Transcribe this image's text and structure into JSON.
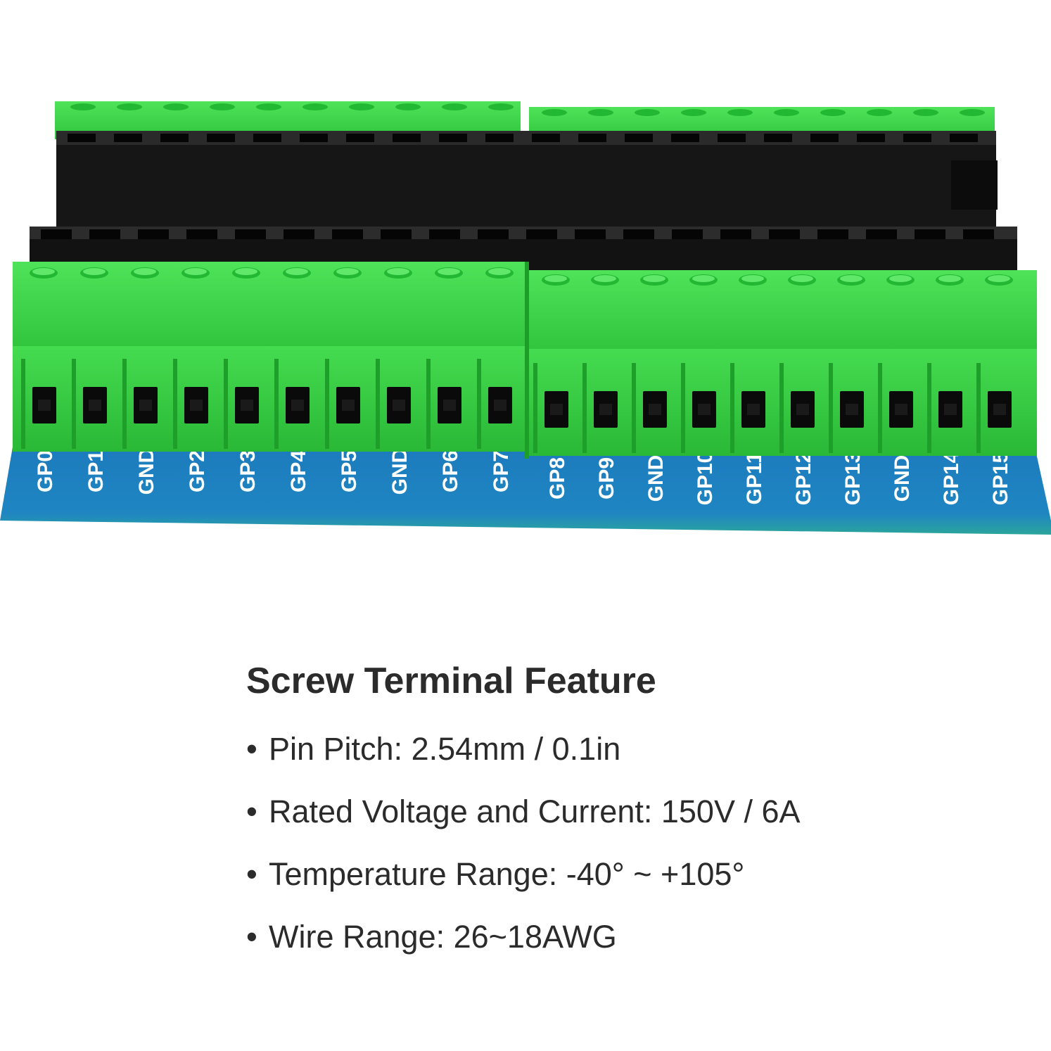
{
  "board": {
    "labels_left": [
      "GP0",
      "GP1",
      "GND",
      "GP2",
      "GP3",
      "GP4",
      "GP5",
      "GND",
      "GP6",
      "GP7"
    ],
    "labels_right": [
      "GP8",
      "GP9",
      "GND",
      "GP10",
      "GP11",
      "GP12",
      "GP13",
      "GND",
      "GP14",
      "GP15"
    ],
    "colors": {
      "terminal_green": "#3ddc4a",
      "terminal_dark": "#22b833",
      "header_black": "#141414",
      "pcb_blue": "#1f7fc0",
      "pcb_edge": "#2aa39a",
      "label_white": "#ffffff"
    }
  },
  "feature": {
    "title": "Screw Terminal Feature",
    "bullet_char": "•",
    "items": [
      "Pin Pitch: 2.54mm / 0.1in",
      "Rated Voltage and Current: 150V / 6A",
      "Temperature Range: -40° ~ +105°",
      "Wire Range: 26~18AWG"
    ]
  }
}
